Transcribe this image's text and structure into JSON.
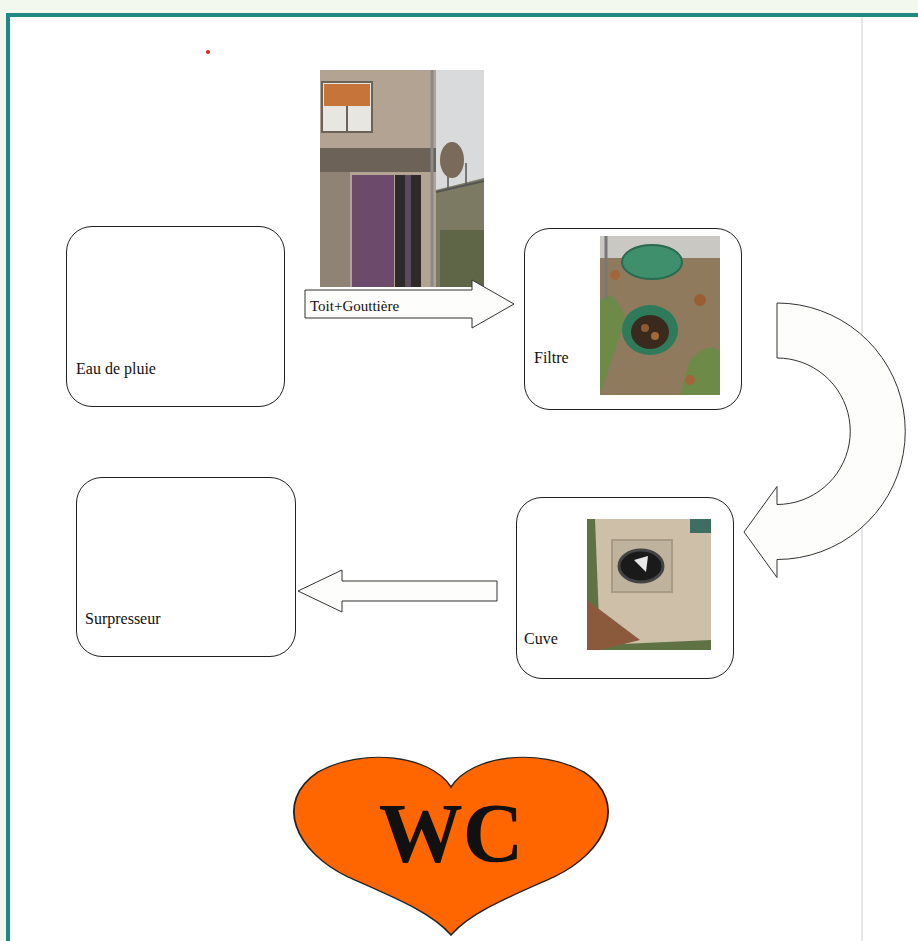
{
  "diagram": {
    "nodes": [
      {
        "text": [
          "Eau de pluie"
        ]
      },
      {
        "text": [
          "Filtre"
        ]
      },
      {
        "text": [
          "Cuve"
        ]
      },
      {
        "text": [
          "Surpresseur"
        ]
      },
      {
        "text": [
          "WC"
        ]
      }
    ],
    "edges": [
      {
        "from": 0,
        "to": 1,
        "arrow": "to",
        "label": "Toit+Gouttière"
      },
      {
        "from": 1,
        "to": 2,
        "arrow": "to"
      },
      {
        "from": 2,
        "to": 3,
        "arrow": "to"
      }
    ]
  }
}
